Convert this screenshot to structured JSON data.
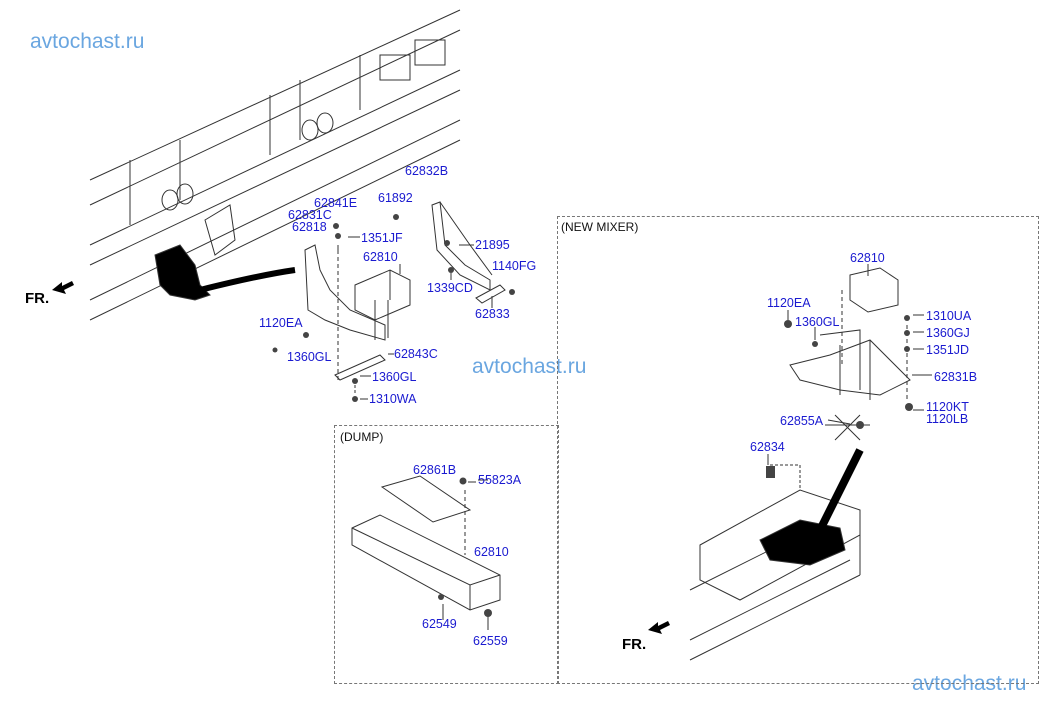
{
  "watermarks": [
    "avtochast.ru",
    "avtochast.ru",
    "avtochast.ru"
  ],
  "direction_label": "FR.",
  "sections": {
    "dump": "(DUMP)",
    "new_mixer": "(NEW MIXER)"
  },
  "main_labels": [
    "62832B",
    "61892",
    "62841E",
    "62831C",
    "62818",
    "1351JF",
    "21895",
    "62810",
    "1140FG",
    "1339CD",
    "62833",
    "1120EA",
    "1360GL",
    "62843C",
    "1360GL",
    "1310WA"
  ],
  "dump_labels": [
    "62861B",
    "55823A",
    "62810",
    "62549",
    "62559"
  ],
  "mixer_labels": [
    "62810",
    "1120EA",
    "1360GL",
    "1310UA",
    "1360GJ",
    "1351JD",
    "62831B",
    "62855A",
    "1120KT",
    "1120LB",
    "62834"
  ],
  "colors": {
    "label": "#1a1ad0",
    "watermark": "#6aa6e0",
    "line": "#333333",
    "frame": "#777777"
  }
}
